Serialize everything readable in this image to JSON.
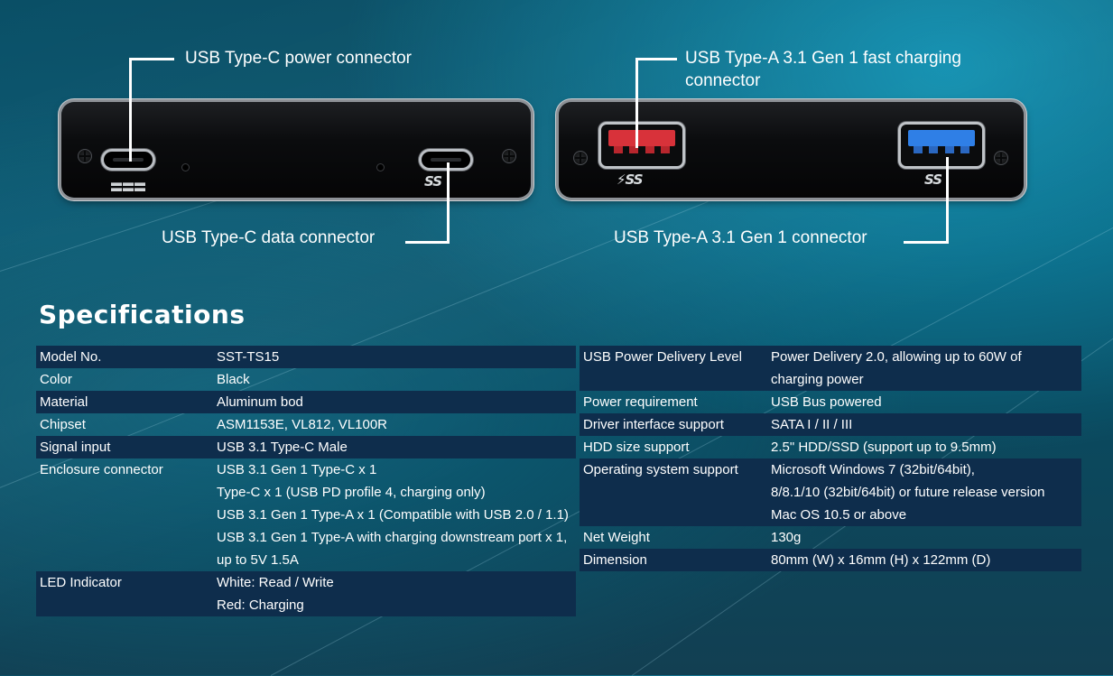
{
  "callouts": {
    "typec_power": "USB Type-C power connector",
    "typec_data": "USB Type-C data connector",
    "typea_fast_line1": "USB Type-A 3.1 Gen 1 fast charging",
    "typea_fast_line2": "connector",
    "typea_connector": "USB Type-A 3.1 Gen 1 connector"
  },
  "port_glyphs": {
    "ss_logo": "SS",
    "fast_charge_logo": "⚡SS"
  },
  "colors": {
    "row_dark": "#0e2d4c",
    "usb_red": "#d8323a",
    "usb_blue": "#2f7fe6"
  },
  "specifications": {
    "title": "Specifications",
    "left": [
      {
        "label": "Model No.",
        "values": [
          "SST-TS15"
        ]
      },
      {
        "label": "Color",
        "values": [
          "Black"
        ]
      },
      {
        "label": "Material",
        "values": [
          "Aluminum bod"
        ]
      },
      {
        "label": "Chipset",
        "values": [
          "ASM1153E, VL812, VL100R"
        ]
      },
      {
        "label": "Signal input",
        "values": [
          "USB 3.1 Type-C Male"
        ]
      },
      {
        "label": "Enclosure connector",
        "values": [
          "USB 3.1 Gen 1 Type-C x 1",
          "Type-C x 1 (USB PD profile 4, charging only)",
          "USB 3.1 Gen 1 Type-A x 1 (Compatible with USB 2.0 / 1.1)",
          "USB 3.1 Gen 1 Type-A with charging downstream port x 1,",
          "up to 5V 1.5A"
        ]
      },
      {
        "label": "LED Indicator",
        "values": [
          "White: Read / Write",
          "Red: Charging"
        ]
      }
    ],
    "right": [
      {
        "label": "USB Power Delivery Level",
        "values": [
          "Power Delivery 2.0, allowing up to 60W of",
          "charging power"
        ]
      },
      {
        "label": "Power requirement",
        "values": [
          "USB Bus powered"
        ]
      },
      {
        "label": "Driver interface support",
        "values": [
          "SATA I / II / III"
        ]
      },
      {
        "label": "HDD size support",
        "values": [
          "2.5\" HDD/SSD (support up to 9.5mm)"
        ]
      },
      {
        "label": "Operating system support",
        "values": [
          "Microsoft Windows 7 (32bit/64bit),",
          "8/8.1/10 (32bit/64bit) or future release version",
          "Mac OS 10.5 or above"
        ]
      },
      {
        "label": "Net Weight",
        "values": [
          "130g"
        ]
      },
      {
        "label": "Dimension",
        "values": [
          "80mm (W) x 16mm (H) x 122mm (D)"
        ]
      }
    ]
  }
}
